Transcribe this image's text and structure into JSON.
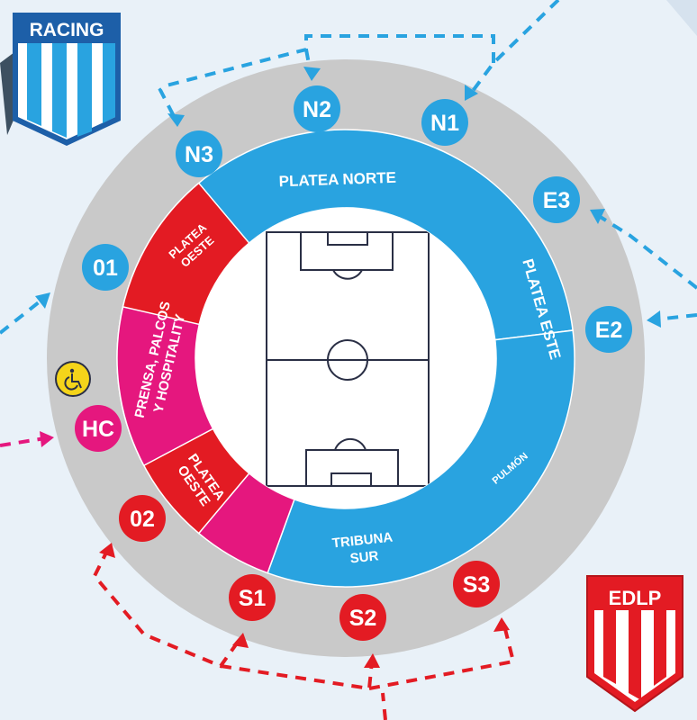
{
  "teams": {
    "home": {
      "name": "RACING",
      "color": "#29a3e0"
    },
    "away": {
      "name": "EDLP",
      "color": "#e31b23"
    }
  },
  "sectors": {
    "north": "PLATEA NORTE",
    "west_upper": [
      "PLATEA",
      "OESTE"
    ],
    "east": "PLATEA ESTE",
    "press": [
      "PRENSA, PALCOS",
      "Y HOSPITALITY"
    ],
    "west_lower": [
      "PLATEA",
      "OESTE"
    ],
    "south": [
      "TRIBUNA",
      "SUR"
    ],
    "buffer": "PULMÓN"
  },
  "gates": {
    "n1": "N1",
    "n2": "N2",
    "n3": "N3",
    "e3": "E3",
    "e2": "E2",
    "o1": "01",
    "o2": "02",
    "hc": "HC",
    "s1": "S1",
    "s2": "S2",
    "s3": "S3"
  },
  "icons": {
    "accessibility": "wheelchair-icon"
  },
  "colors": {
    "blue": "#29a3e0",
    "pink": "#e5177e",
    "red": "#e31b23",
    "ring": "#c9c9c9",
    "background": "#e9f1f8",
    "accessible": "#f4d41a"
  }
}
